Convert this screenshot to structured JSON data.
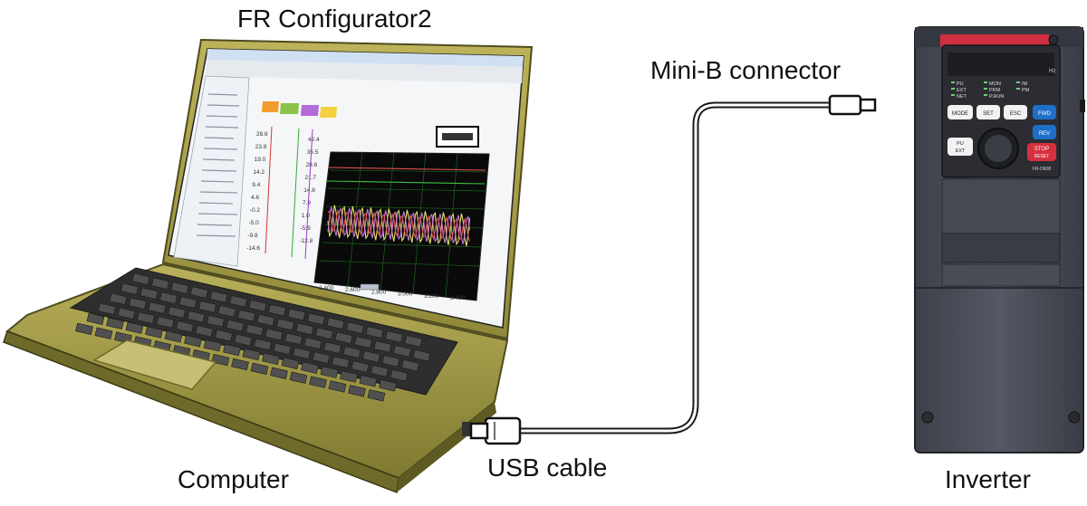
{
  "labels": {
    "software": "FR Configurator2",
    "computer": "Computer",
    "usb_cable": "USB cable",
    "mini_b": "Mini-B connector",
    "inverter": "Inverter"
  },
  "inverter_panel": {
    "leds_left": [
      "PU",
      "EXT",
      "NET"
    ],
    "leds_mid": [
      "MON",
      "PRM",
      "P.RUN"
    ],
    "leds_right": [
      "IM",
      "PM"
    ],
    "mode": "MODE",
    "set": "SET",
    "esc": "ESC",
    "fwd": "FWD",
    "rev": "REV",
    "pu": "PU",
    "ext": "EXT",
    "stop": "STOP",
    "reset": "RESET",
    "model": "FR-D808",
    "hz": "Hz"
  },
  "scope": {
    "y_left": [
      "28.6",
      "23.8",
      "19.0",
      "14.2",
      "9.4",
      "4.6",
      "-0.2",
      "-5.0",
      "-9.8",
      "-14.6"
    ],
    "y_right": [
      "42.4",
      "35.5",
      "28.6",
      "21.7",
      "14.8",
      "7.9",
      "1.0",
      "-5.9",
      "-12.8"
    ],
    "x_ticks": [
      "2.400",
      "2.600",
      "2.800",
      "3.000",
      "3.200",
      "3.400"
    ]
  },
  "colors": {
    "laptop_body": "#a8a04a",
    "laptop_dark": "#6d6a2a",
    "inverter_body": "#4a4d57",
    "scope_bg": "#0a0a0a",
    "cable": "#1a1a1a"
  }
}
